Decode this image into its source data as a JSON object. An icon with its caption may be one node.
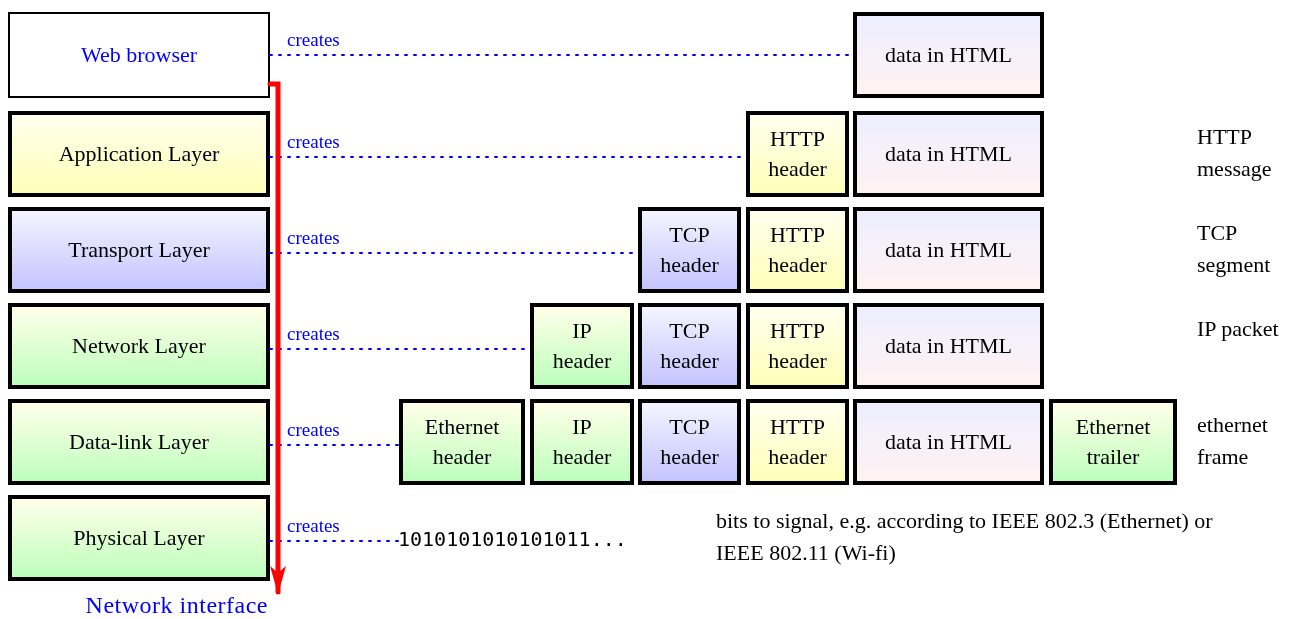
{
  "diagram": {
    "nodes": [
      {
        "text": [
          "Web browser"
        ]
      },
      {
        "text": [
          "data in HTML"
        ]
      },
      {
        "text": [
          "Application Layer"
        ]
      },
      {
        "text": [
          "HTTP header"
        ]
      },
      {
        "text": [
          "data in HTML"
        ]
      },
      {
        "text": [
          "Transport Layer"
        ]
      },
      {
        "text": [
          "TCP header"
        ]
      },
      {
        "text": [
          "HTTP header"
        ]
      },
      {
        "text": [
          "data in HTML"
        ]
      },
      {
        "text": [
          "Network Layer"
        ]
      },
      {
        "text": [
          "IP header"
        ]
      },
      {
        "text": [
          "TCP header"
        ]
      },
      {
        "text": [
          "HTTP header"
        ]
      },
      {
        "text": [
          "data in HTML"
        ]
      },
      {
        "text": [
          "Data-link Layer"
        ]
      },
      {
        "text": [
          "Ethernet header"
        ]
      },
      {
        "text": [
          "IP header"
        ]
      },
      {
        "text": [
          "TCP header"
        ]
      },
      {
        "text": [
          "HTTP header"
        ]
      },
      {
        "text": [
          "data in HTML"
        ]
      },
      {
        "text": [
          "Ethernet trailer"
        ]
      },
      {
        "text": [
          "Physical Layer"
        ]
      },
      {
        "text": [
          "1010101010101011..."
        ]
      },
      {
        "text": [
          "Network interface"
        ]
      }
    ],
    "edges": [
      {
        "from": 0,
        "to": 1,
        "arrow": "none",
        "label": "creates",
        "style": "dashed"
      },
      {
        "from": 2,
        "to": 3,
        "arrow": "none",
        "label": "creates",
        "style": "dashed"
      },
      {
        "from": 5,
        "to": 6,
        "arrow": "none",
        "label": "creates",
        "style": "dashed"
      },
      {
        "from": 9,
        "to": 10,
        "arrow": "none",
        "label": "creates",
        "style": "dashed"
      },
      {
        "from": 14,
        "to": 15,
        "arrow": "none",
        "label": "creates",
        "style": "dashed"
      },
      {
        "from": 21,
        "to": 22,
        "arrow": "none",
        "label": "creates",
        "style": "dashed"
      },
      {
        "from": 0,
        "to": 23,
        "arrow": "to",
        "style": "thick",
        "color": "#ff0000"
      }
    ],
    "labels": [
      "HTTP message",
      "TCP segment",
      "IP packet",
      "ethernet frame",
      "bits to signal, e.g. according to IEEE 802.3 (Ethernet) or IEEE 802.11 (Wi-fi)"
    ]
  }
}
